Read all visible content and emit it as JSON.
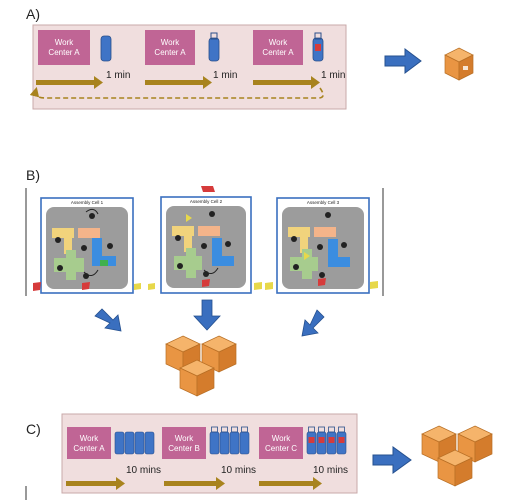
{
  "panels": {
    "a": {
      "label": "A)",
      "stations": [
        {
          "name_line1": "Work",
          "name_line2": "Center A",
          "time": "1 min",
          "bottle_state": "plain"
        },
        {
          "name_line1": "Work",
          "name_line2": "Center A",
          "time": "1 min",
          "bottle_state": "cap"
        },
        {
          "name_line1": "Work",
          "name_line2": "Center A",
          "time": "1 min",
          "bottle_state": "red-label"
        }
      ]
    },
    "b": {
      "label": "B)",
      "cells": [
        {
          "title": "Assembly Cell 1"
        },
        {
          "title": "Assembly Cell 2"
        },
        {
          "title": "Assembly Cell 3"
        }
      ]
    },
    "c": {
      "label": "C)",
      "stations": [
        {
          "name_line1": "Work",
          "name_line2": "Center A",
          "time": "10 mins"
        },
        {
          "name_line1": "Work",
          "name_line2": "Center B",
          "time": "10 mins"
        },
        {
          "name_line1": "Work",
          "name_line2": "Center C",
          "time": "10 mins"
        }
      ]
    }
  },
  "colors": {
    "panel_bg": "#f0dede",
    "panel_border": "#c9a9a9",
    "work_center": "#c06595",
    "arrow_blue": "#3a6fbf",
    "arrow_gold": "#a8831e",
    "bottle_blue": "#3f74c6",
    "box_orange": "#e99543"
  },
  "icons": [
    "package-box-icon",
    "bottle-icon",
    "blue-arrow-icon",
    "gold-flow-arrow-icon"
  ]
}
